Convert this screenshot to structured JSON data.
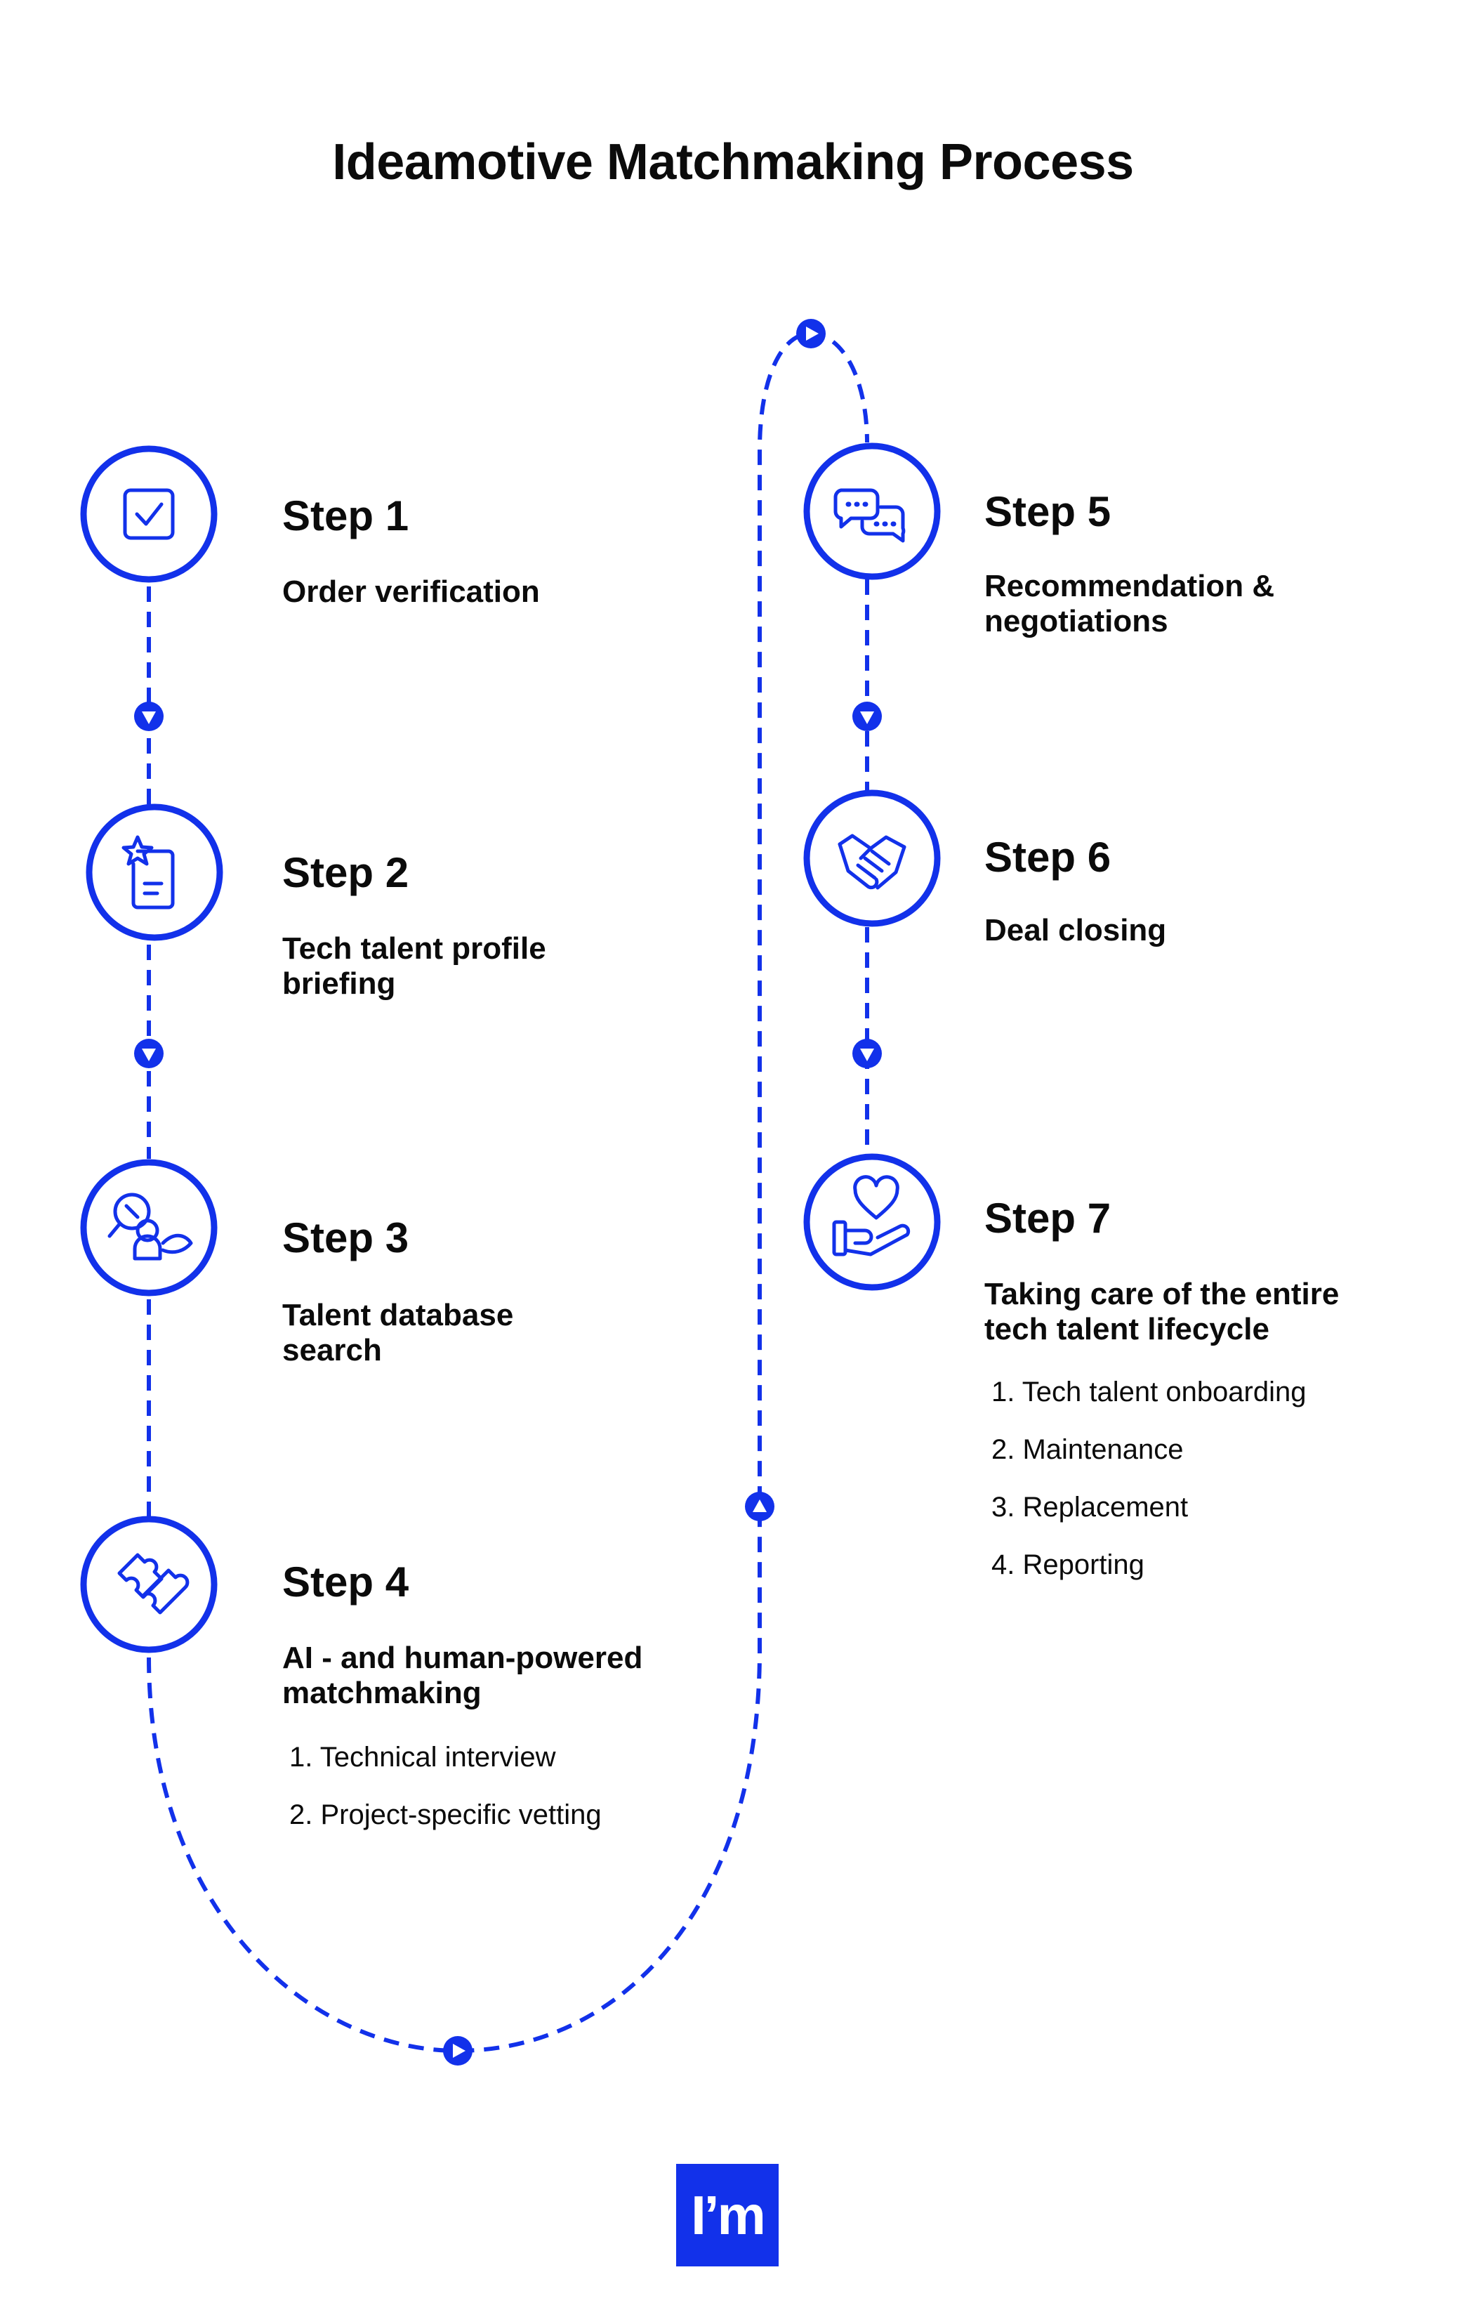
{
  "title": "Ideamotive Matchmaking Process",
  "accent_color": "#1231ea",
  "logo_text": "I’m",
  "steps": [
    {
      "heading": "Step 1",
      "description": "Order verification",
      "icon": "checkbox-icon",
      "sub_items": []
    },
    {
      "heading": "Step 2",
      "description": "Tech talent profile briefing",
      "icon": "profile-star-document-icon",
      "sub_items": []
    },
    {
      "heading": "Step 3",
      "description": "Talent database search",
      "icon": "search-person-icon",
      "sub_items": []
    },
    {
      "heading": "Step 4",
      "description": "AI - and human-powered matchmaking",
      "icon": "puzzle-icon",
      "sub_items": [
        "1. Technical interview",
        "2. Project-specific vetting"
      ]
    },
    {
      "heading": "Step 5",
      "description": "Recommendation & negotiations",
      "icon": "chat-bubbles-icon",
      "sub_items": []
    },
    {
      "heading": "Step 6",
      "description": "Deal closing",
      "icon": "handshake-icon",
      "sub_items": []
    },
    {
      "heading": "Step 7",
      "description": "Taking care of the entire tech talent lifecycle",
      "icon": "heart-hand-icon",
      "sub_items": [
        "1. Tech talent onboarding",
        "2. Maintenance",
        "3. Replacement",
        "4. Reporting"
      ]
    }
  ]
}
